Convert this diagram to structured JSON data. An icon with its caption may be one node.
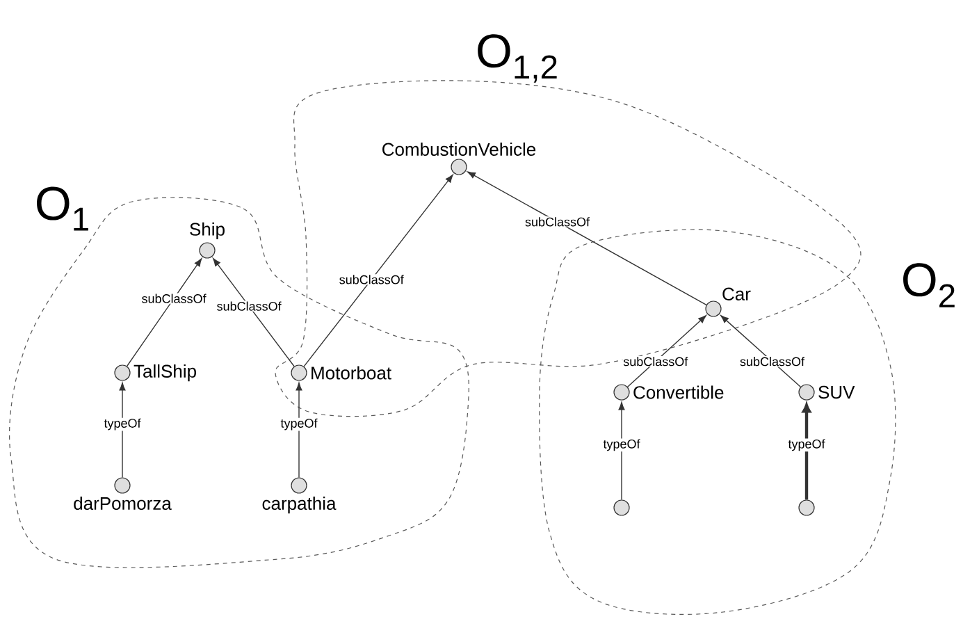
{
  "diagram": {
    "nodes": [
      {
        "text": [
          "CombustionVehicle"
        ]
      },
      {
        "text": [
          "Ship"
        ]
      },
      {
        "text": [
          "TallShip"
        ]
      },
      {
        "text": [
          "Motorboat"
        ]
      },
      {
        "text": [
          "darPomorza"
        ]
      },
      {
        "text": [
          "carpathia"
        ]
      },
      {
        "text": [
          "Car"
        ]
      },
      {
        "text": [
          "Convertible"
        ]
      },
      {
        "text": [
          "SUV"
        ]
      },
      {
        "text": [],
        "shape": "circle"
      },
      {
        "text": [],
        "shape": "circle"
      }
    ],
    "edges": [
      {
        "from": 2,
        "to": 1,
        "arrow": "to",
        "label": "subClassOf"
      },
      {
        "from": 3,
        "to": 1,
        "arrow": "to",
        "label": "subClassOf"
      },
      {
        "from": 3,
        "to": 0,
        "arrow": "to",
        "label": "subClassOf"
      },
      {
        "from": 6,
        "to": 0,
        "arrow": "to",
        "label": "subClassOf"
      },
      {
        "from": 7,
        "to": 6,
        "arrow": "to",
        "label": "subClassOf"
      },
      {
        "from": 8,
        "to": 6,
        "arrow": "to",
        "label": "subClassOf"
      },
      {
        "from": 4,
        "to": 2,
        "arrow": "to",
        "label": "typeOf"
      },
      {
        "from": 5,
        "to": 3,
        "arrow": "to",
        "label": "typeOf"
      },
      {
        "from": 9,
        "to": 7,
        "arrow": "to",
        "label": "typeOf"
      },
      {
        "from": 10,
        "to": 8,
        "arrow": "to",
        "label": "typeOf",
        "style": "thick"
      }
    ],
    "labels": [
      "O$_{1,2}$",
      "O$_{1}$",
      "O$_{2}$"
    ]
  }
}
